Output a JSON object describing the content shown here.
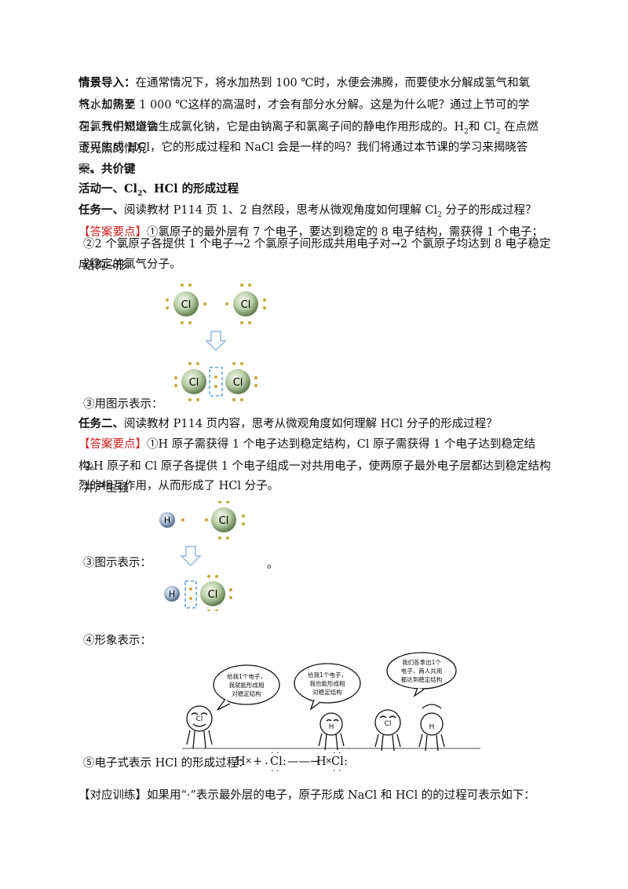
{
  "intro": {
    "label": "情景导入：",
    "line1": "在通常情况下，将水加热到 100 ℃时，水便会沸腾，而要使水分解成氢气和氧气，却需要",
    "line2": "将水加热至 1 000 ℃这样的高温时，才会有部分水分解。这是为什么呢？通过上节可的学习，我们知道钠",
    "line3a": "在氯气中燃烧会生成氯化钠，它是由钠离子和氯离子间的静电作用形成的。H",
    "line3b": "和 Cl",
    "line3c": " 在点燃或光照的情况",
    "line4": "下可生成 HCl，它的形成过程和 NaCl 会是一样的吗？我们将通过本节课的学习来揭晓答案。",
    "sub2": "2"
  },
  "section1": "一、共价键",
  "activity1": {
    "a": "活动一、Cl",
    "b": "、HCl 的形成过程"
  },
  "task1": {
    "label": "任务一、",
    "text_a": "阅读教材 P114 页 1、2 自然段，思考从微观角度如何理解 Cl",
    "text_b": " 分子的形成过程？",
    "answer_tag": "【答案要点】",
    "answer1": "①氯原子的最外层有 7 个电子，要达到稳定的 8 电子结构，需获得 1 个电子；",
    "answer2a": "②2 个氯原子各提供 1 个电子→2 个氯原子间形成共用电子对→2 个氯原子均达到 8 电子稳定结构→形",
    "answer2b": "成稳定的氯气分子。",
    "answer3": "③用图示表示："
  },
  "task2": {
    "label": "任务二、",
    "text": "阅读教材 P114 页内容，思考从微观角度如何理解 HCl 分子的形成过程？",
    "answer_tag": "【答案要点】",
    "answer1": "①H 原子需获得 1 个电子达到稳定结构，Cl 原子需获得 1 个电子达到稳定结构。",
    "answer2a": "②H 原子和 Cl 原子各提供 1 个电子组成一对共用电子，使两原子最外电子层都达到稳定结构并产生强",
    "answer2b": "烈的相互作用，从而形成了 HCl 分子。",
    "answer3": "③图示表示：",
    "period": "。",
    "answer4": "④形象表示：",
    "answer5": "⑤电子式表示 HCl 的形成过程："
  },
  "atoms": {
    "cl": "Cl",
    "h": "H"
  },
  "cartoon": {
    "bubble1a": "给我1个电子，",
    "bubble1b": "我就能形成相",
    "bubble1c": "对稳定结构",
    "bubble2a": "给我1个电子，",
    "bubble2b": "我也能形成相",
    "bubble2c": "对稳定结构",
    "bubble3a": "我们各拿出1个",
    "bubble3b": "电子，两人共用",
    "bubble3c": "都达到稳定结构"
  },
  "formula": {
    "h": "H",
    "cross": "×",
    "plus": "+",
    "cl": "Cl",
    "arrow": "——→",
    "hx": "H",
    "cl2": "Cl"
  },
  "practice": {
    "tag": "【对应训练】",
    "text": "如果用“·”表示最外层的电子，原子形成 NaCl 和 HCl 的的过程可表示如下："
  }
}
